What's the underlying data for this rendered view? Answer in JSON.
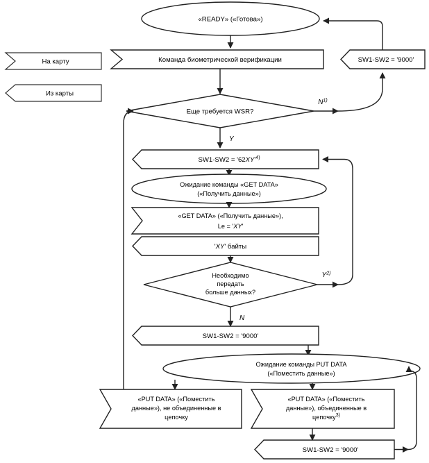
{
  "diagram": {
    "title": "Biometric verification command flow",
    "language": "ru",
    "colors": {
      "stroke": "#222222",
      "fill": "#ffffff",
      "text": "#000000"
    }
  },
  "legend": {
    "to_card": "На карту",
    "from_card": "Из карты"
  },
  "nodes": {
    "ready": {
      "text": "«READY» («Готова»)",
      "shape": "terminator-oval"
    },
    "bio_cmd": {
      "text": "Команда биометрической верификации",
      "shape": "to-card-arrow"
    },
    "sw9000_top": {
      "text": "SW1-SW2 = '9000'",
      "shape": "from-card-arrow"
    },
    "wsr_decision": {
      "text": "Еще требуется WSR?",
      "shape": "decision-diamond"
    },
    "sw62xy": {
      "text_prefix": "SW1-SW2 = '62",
      "text_italic": "XY",
      "text_suffix": "'",
      "superscript": "4)",
      "shape": "from-card-arrow"
    },
    "wait_get_data": {
      "line1": "Ожидание команды «GET DATA»",
      "line2": "(«Получить данные»)",
      "shape": "terminator-oval"
    },
    "get_data_cmd": {
      "line1": "«GET DATA» («Получить данные»),",
      "line2_prefix": "Le = '",
      "line2_italic": "XY",
      "line2_suffix": "'",
      "shape": "to-card-arrow"
    },
    "xy_bytes": {
      "prefix": "'",
      "italic": "XY",
      "suffix": "' байты",
      "shape": "from-card-arrow"
    },
    "more_data_decision": {
      "line1": "Необходимо",
      "line2": "передать",
      "line3": "больше данных?",
      "shape": "decision-diamond"
    },
    "sw9000_mid": {
      "text": "SW1-SW2 = '9000'",
      "shape": "from-card-arrow"
    },
    "wait_put_data": {
      "line1": "Ожидание команды PUT DATA",
      "line2": "(«Поместить данные»)",
      "shape": "terminator-oval"
    },
    "put_data_unchained": {
      "line1": "«PUT DATA» («Поместить",
      "line2": "данные»), не объединенные в",
      "line3": "цепочку",
      "shape": "to-card-arrow"
    },
    "put_data_chained": {
      "line1": "«PUT DATA» («Поместить",
      "line2": "данные»), объединенные в",
      "line3": "цепочку",
      "superscript": "3)",
      "shape": "to-card-arrow"
    },
    "sw9000_bottom": {
      "text": "SW1-SW2 = '9000'",
      "shape": "from-card-arrow"
    }
  },
  "edge_labels": {
    "wsr_no": {
      "letter": "N",
      "superscript": "1)"
    },
    "wsr_yes": {
      "letter": "Y",
      "superscript": ""
    },
    "more_yes": {
      "letter": "Y",
      "superscript": "2)"
    },
    "more_no": {
      "letter": "N",
      "superscript": ""
    }
  }
}
